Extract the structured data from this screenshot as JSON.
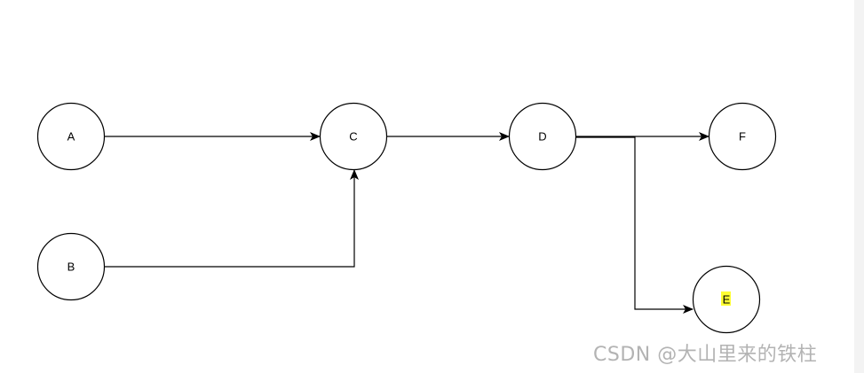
{
  "diagram": {
    "nodes": [
      {
        "id": "A",
        "label": "A",
        "highlighted": false
      },
      {
        "id": "B",
        "label": "B",
        "highlighted": false
      },
      {
        "id": "C",
        "label": "C",
        "highlighted": false
      },
      {
        "id": "D",
        "label": "D",
        "highlighted": false
      },
      {
        "id": "F",
        "label": "F",
        "highlighted": false
      },
      {
        "id": "E",
        "label": "E",
        "highlighted": true
      }
    ],
    "edges": [
      {
        "from": "A",
        "to": "C"
      },
      {
        "from": "B",
        "to": "C"
      },
      {
        "from": "C",
        "to": "D"
      },
      {
        "from": "D",
        "to": "F"
      },
      {
        "from": "D",
        "to": "E"
      }
    ],
    "colors": {
      "stroke": "#000000",
      "fill": "#ffffff",
      "highlight": "#ffff33"
    }
  },
  "watermark": {
    "text": "CSDN @大山里来的铁柱"
  }
}
